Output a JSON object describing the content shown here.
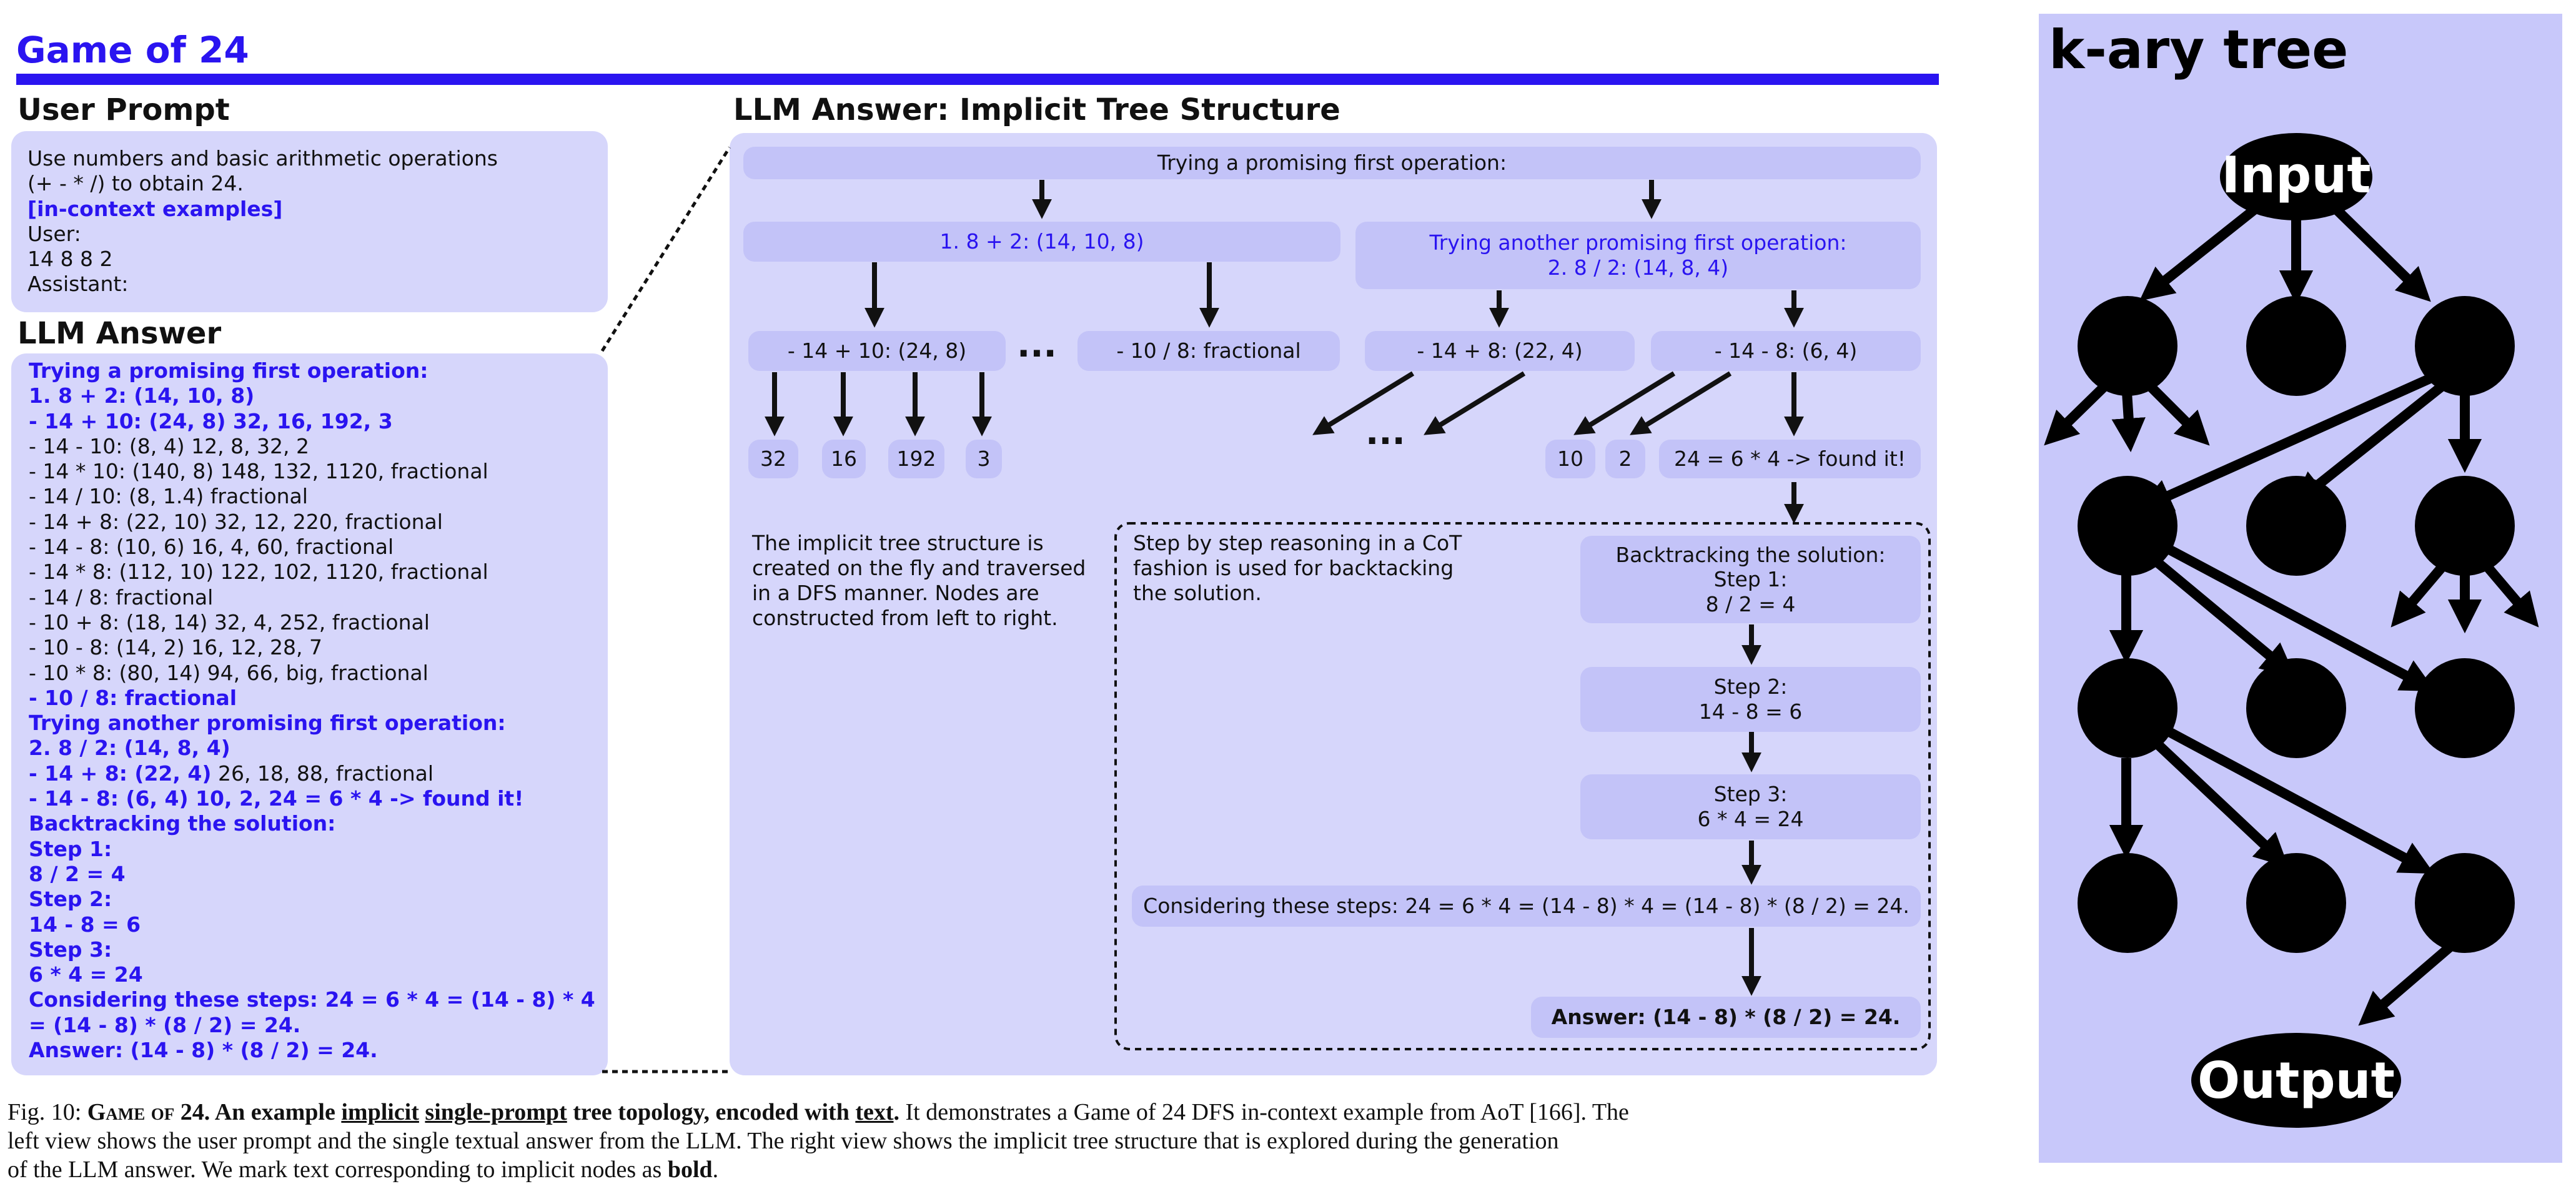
{
  "title": "Game of 24",
  "user_prompt": {
    "heading": "User Prompt",
    "lines": [
      {
        "text": "Use numbers and basic arithmetic operations",
        "style": "normal"
      },
      {
        "text": "(+ - * /) to obtain 24.",
        "style": "normal"
      },
      {
        "text": "[in-context examples]",
        "style": "blue"
      },
      {
        "text": "User:",
        "style": "normal"
      },
      {
        "text": "14 8 8 2",
        "style": "normal"
      },
      {
        "text": "Assistant:",
        "style": "normal"
      }
    ]
  },
  "llm_answer": {
    "heading": "LLM Answer",
    "lines": [
      [
        {
          "t": "Trying a promising first operation:",
          "b": true
        }
      ],
      [
        {
          "t": "1. 8 + 2: (14, 10, 8)",
          "b": true
        }
      ],
      [
        {
          "t": "- 14 + 10: (24, 8) 32, 16, 192, 3",
          "b": true
        }
      ],
      [
        {
          "t": "- 14 - 10: (8, 4) 12, 8, 32, 2",
          "b": false
        }
      ],
      [
        {
          "t": "- 14 * 10: (140, 8) 148, 132, 1120, fractional",
          "b": false
        }
      ],
      [
        {
          "t": "- 14 / 10: (8, 1.4) fractional",
          "b": false
        }
      ],
      [
        {
          "t": "- 14 + 8: (22, 10) 32, 12, 220, fractional",
          "b": false
        }
      ],
      [
        {
          "t": "- 14 - 8: (10, 6) 16, 4, 60, fractional",
          "b": false
        }
      ],
      [
        {
          "t": "- 14 * 8: (112, 10) 122, 102, 1120, fractional",
          "b": false
        }
      ],
      [
        {
          "t": "- 14 / 8: fractional",
          "b": false
        }
      ],
      [
        {
          "t": "- 10 + 8: (18, 14) 32, 4, 252, fractional",
          "b": false
        }
      ],
      [
        {
          "t": "- 10 - 8: (14, 2) 16, 12, 28, 7",
          "b": false
        }
      ],
      [
        {
          "t": "- 10 * 8: (80, 14) 94, 66, big, fractional",
          "b": false
        }
      ],
      [
        {
          "t": "- 10 / 8: fractional",
          "b": true
        }
      ],
      [
        {
          "t": "Trying another promising first operation:",
          "b": true
        }
      ],
      [
        {
          "t": "2. 8 / 2: (14, 8, 4)",
          "b": true
        }
      ],
      [
        {
          "t": "- 14 + 8: (22, 4)",
          "b": true
        },
        {
          "t": " 26, 18, 88, fractional",
          "b": false
        }
      ],
      [
        {
          "t": "- 14 - 8: (6, 4) 10, 2, 24 = 6 * 4 -> found it!",
          "b": true
        }
      ],
      [
        {
          "t": "Backtracking the solution:",
          "b": true
        }
      ],
      [
        {
          "t": "Step 1:",
          "b": true
        }
      ],
      [
        {
          "t": "8 / 2 = 4",
          "b": true
        }
      ],
      [
        {
          "t": "Step 2:",
          "b": true
        }
      ],
      [
        {
          "t": "14 - 8 = 6",
          "b": true
        }
      ],
      [
        {
          "t": "Step 3:",
          "b": true
        }
      ],
      [
        {
          "t": "6 * 4 = 24",
          "b": true
        }
      ],
      [
        {
          "t": "Considering these steps: 24 = 6 * 4 = (14 - 8) * 4",
          "b": true
        }
      ],
      [
        {
          "t": "= (14 - 8) * (8 / 2) = 24.",
          "b": true
        }
      ],
      [
        {
          "t": "Answer: (14 - 8) * (8 / 2) = 24.",
          "b": true
        }
      ]
    ]
  },
  "tree": {
    "heading": "LLM Answer: Implicit Tree Structure",
    "root": "Trying a promising first operation:",
    "op1": "1. 8 + 2: (14, 10, 8)",
    "op2": "Trying another promising first operation:\n2. 8 / 2: (14, 8, 4)",
    "n_14p10": "- 14 + 10: (24, 8)",
    "ellipsis": "...",
    "n_10d8": "- 10 / 8: fractional",
    "n_14p8": "- 14 + 8: (22, 4)",
    "n_14m8": "- 14 - 8: (6, 4)",
    "leaves_left": [
      "32",
      "16",
      "192",
      "3"
    ],
    "leaves_right": [
      "10",
      "2"
    ],
    "found": "24 = 6 * 4 -> found it!",
    "desc_tree": "The implicit tree structure is\ncreated on the fly and traversed\nin a DFS manner. Nodes are\nconstructed from left to right.",
    "desc_cot": "Step by step reasoning in a CoT\nfashion is used for backtacking\nthe solution.",
    "backtrack": "Backtracking the solution:\nStep 1:\n8 / 2 = 4",
    "step2": "Step 2:\n14 - 8 = 6",
    "step3": "Step 3:\n6 * 4 = 24",
    "considering": "Considering these steps: 24 = 6 * 4 = (14 - 8) * 4 = (14 - 8) * (8 / 2) = 24.",
    "answer": "Answer: (14 - 8) * (8 / 2) = 24."
  },
  "kary": {
    "title": "k-ary tree",
    "input_label": "Input",
    "output_label": "Output",
    "colors": {
      "panel": "#c8c8fa",
      "node": "#000000"
    }
  },
  "caption": {
    "fig": "Fig. 10:",
    "t_game": "Game of 24",
    "t_mid1": ". An example ",
    "t_implicit": "implicit",
    "t_space1": " ",
    "t_single": "single-prompt",
    "t_mid2": " tree topology, encoded with ",
    "t_text": "text",
    "t_dot": ".",
    "rest1": " It demonstrates a Game of 24 DFS in-context example from AoT [166]. The",
    "line2": "left view shows the user prompt and the single textual answer from the LLM. The right view shows the implicit tree structure that is explored during the generation",
    "line3a": "of the LLM answer. We mark text corresponding to implicit nodes as ",
    "line3b": "bold",
    "line3c": "."
  },
  "colors": {
    "accent": "#2a14f0",
    "panel": "#d6d6fb",
    "node": "#c3c3f8"
  }
}
